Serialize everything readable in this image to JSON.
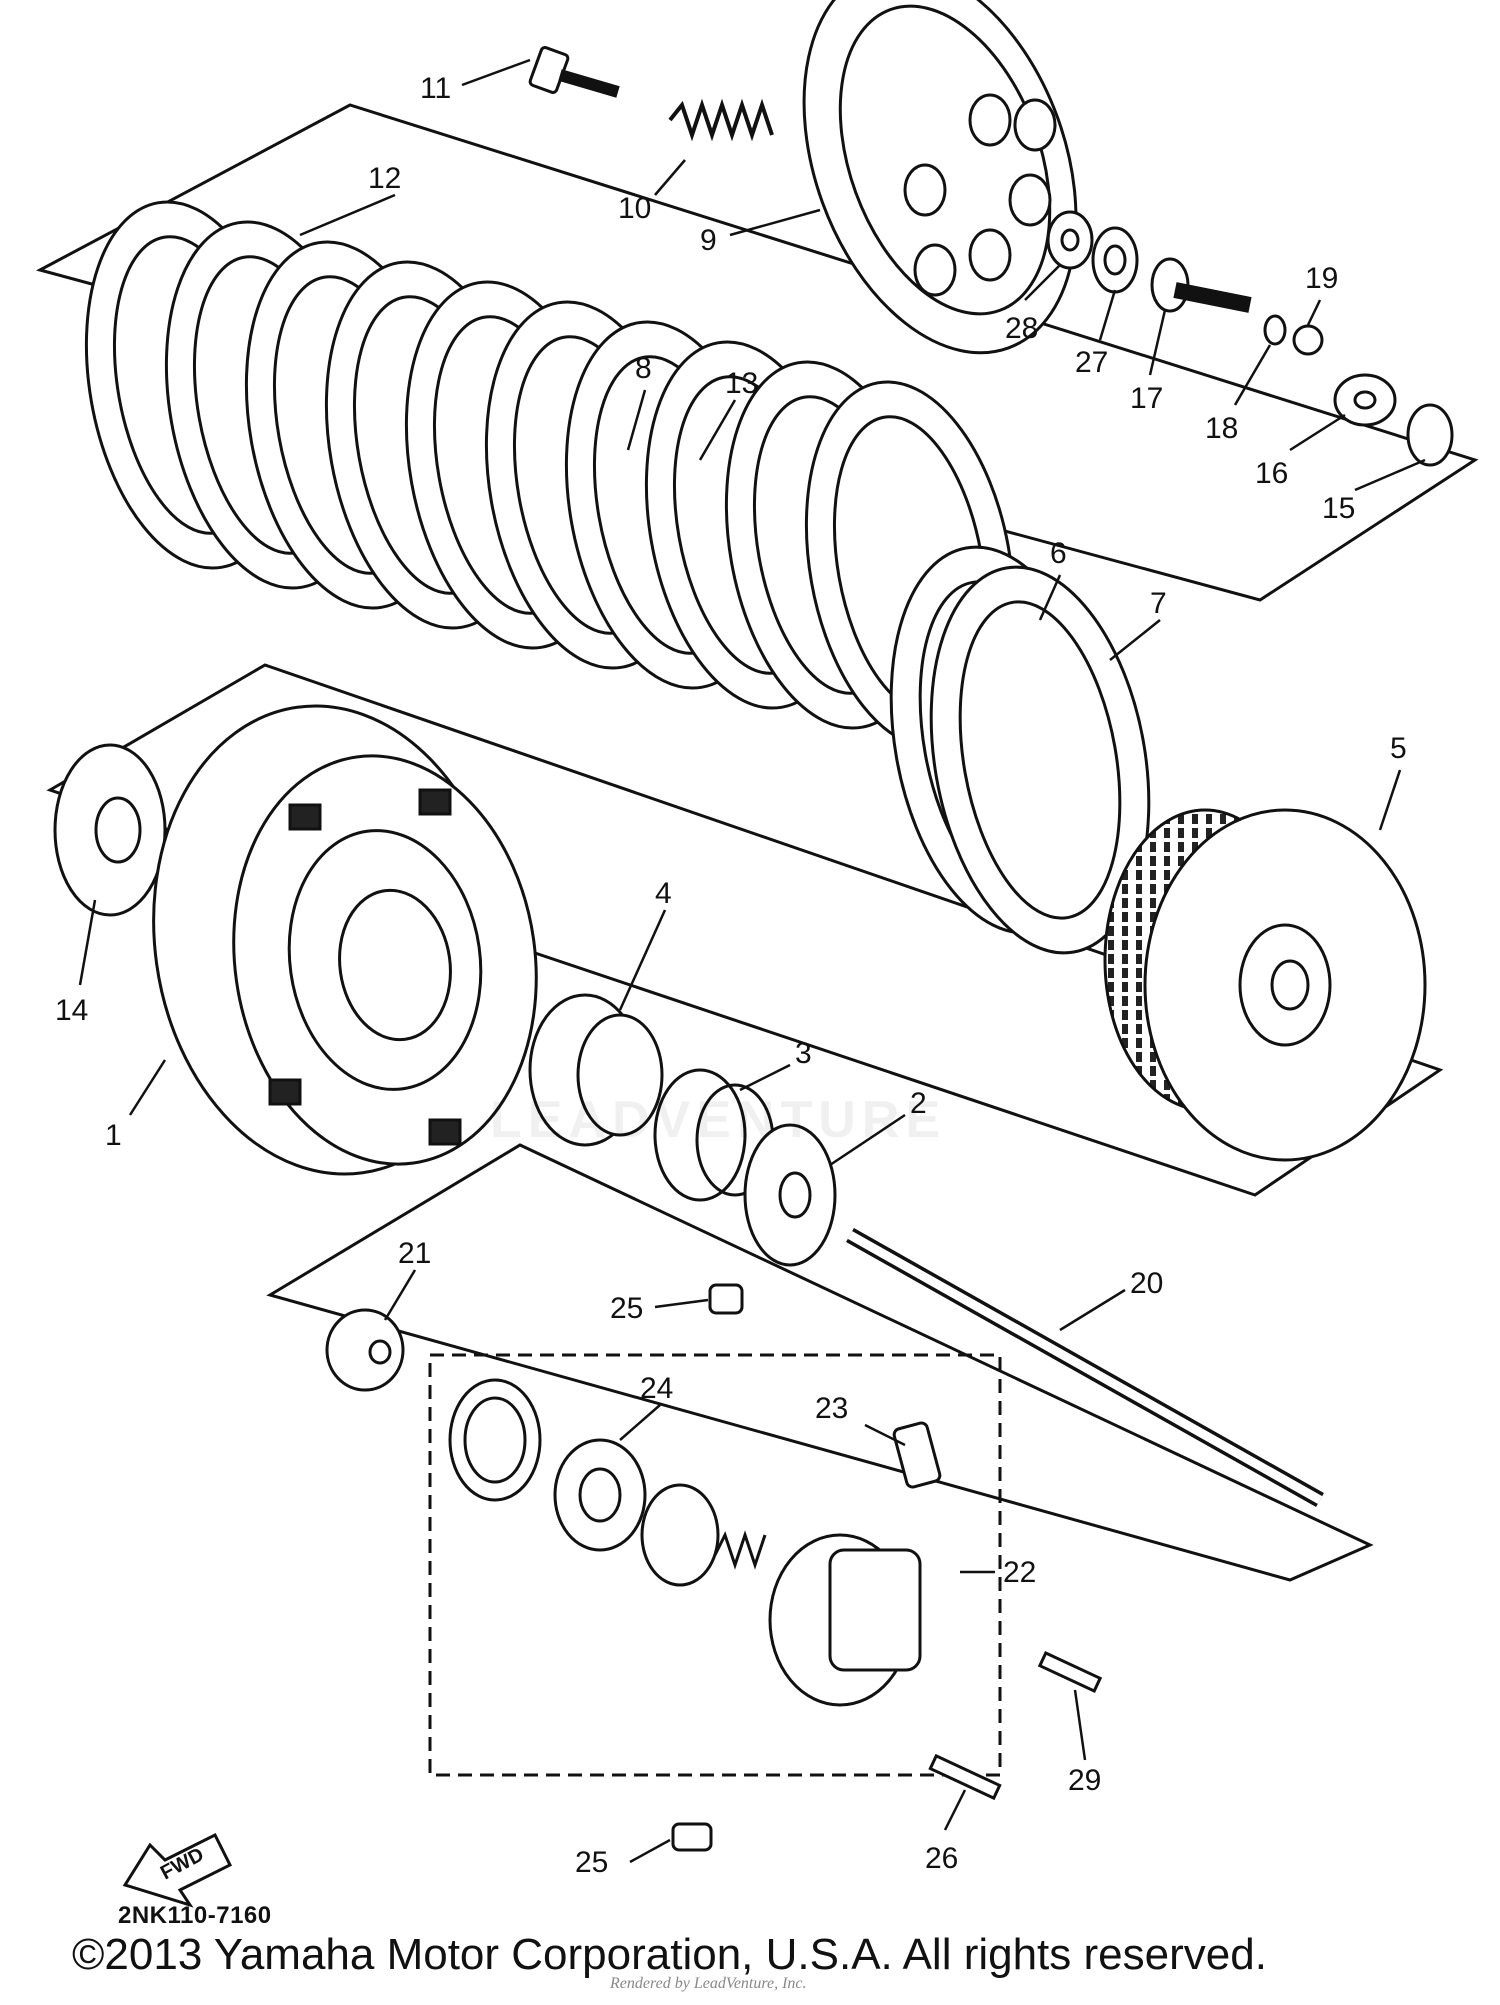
{
  "diagram": {
    "catalog_code": "2NK110-7160",
    "direction_badge": "FWD",
    "copyright": "©2013 Yamaha Motor Corporation, U.S.A. All rights reserved.",
    "watermark": "LEADVENTURE",
    "rendered_by": "Rendered by LeadVenture, Inc.",
    "callouts": [
      "1",
      "2",
      "3",
      "4",
      "5",
      "6",
      "7",
      "8",
      "9",
      "10",
      "11",
      "12",
      "13",
      "14",
      "15",
      "16",
      "17",
      "18",
      "19",
      "20",
      "21",
      "22",
      "23",
      "24",
      "25",
      "25",
      "26",
      "27",
      "28",
      "29"
    ]
  }
}
